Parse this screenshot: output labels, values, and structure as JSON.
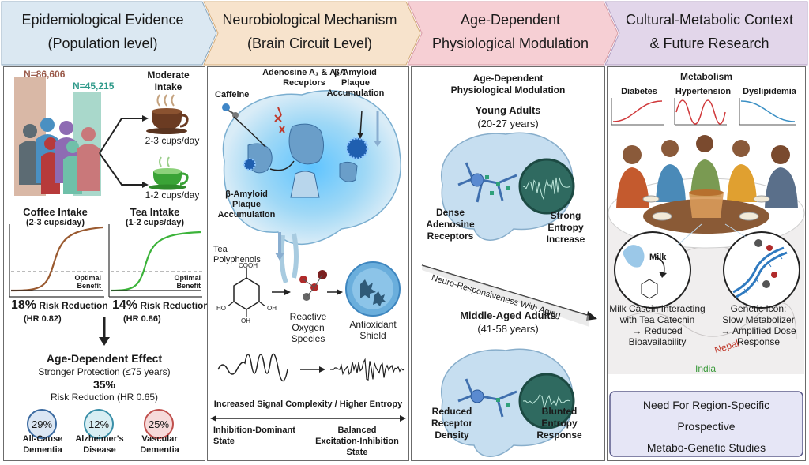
{
  "headers": [
    {
      "line1": "Epidemiological Evidence",
      "line2": "(Population level)",
      "color": "#dbe8f2"
    },
    {
      "line1": "Neurobiological Mechanism",
      "line2": "(Brain Circuit Level)",
      "color": "#f7e3cc"
    },
    {
      "line1": "Age-Dependent",
      "line2": "Physiological Modulation",
      "color": "#f6cfd4"
    },
    {
      "line1": "Cultural-Metabolic Context",
      "line2": "& Future Research",
      "color": "#e2d6ea"
    }
  ],
  "epi": {
    "n1": "N=86,606",
    "n2": "N=45,215",
    "moderate_intake": [
      "Moderate",
      "Intake"
    ],
    "coffee_cups": "2-3 cups/day",
    "tea_cups": "1-2 cups/day",
    "coffee_title": "Coffee Intake",
    "coffee_sub": "(2-3 cups/day)",
    "tea_title": "Tea Intake",
    "tea_sub": "(1-2 cups/day)",
    "optimal": [
      "Optimal",
      "Benefit"
    ],
    "coffee_pct": "18%",
    "coffee_rr": "Risk Reduction",
    "coffee_hr": "(HR 0.82)",
    "tea_pct": "14%",
    "tea_rr": "Risk Reduction",
    "tea_hr": "(HR 0.86)",
    "age_title": "Age-Dependent Effect",
    "age_sub": "Stronger Protection (≤75 years)",
    "age_pct": "35%",
    "age_hr": "Risk Reduction (HR 0.65)",
    "circles": [
      {
        "value": "29%",
        "label1": "All-Cause",
        "label2": "Dementia",
        "color": "#3b6aa0",
        "fill": "#dbe6f3"
      },
      {
        "value": "12%",
        "label1": "Alzheimer's",
        "label2": "Disease",
        "color": "#3a8fa8",
        "fill": "#d8eef3"
      },
      {
        "value": "25%",
        "label1": "Vascular",
        "label2": "Dementia",
        "color": "#c0504d",
        "fill": "#f6dada"
      }
    ]
  },
  "neuro": {
    "adenosine": [
      "Adenosine A₁ & A₂A",
      "Receptors"
    ],
    "caffeine": "Caffeine",
    "amyloid_top": [
      "β-Amyloid",
      "Plaque",
      "Accumulation"
    ],
    "amyloid_left": [
      "β-Amyloid",
      "Plaque",
      "Accumulation"
    ],
    "tea_poly": [
      "Tea",
      "Polyphenols"
    ],
    "cooh": "COOH",
    "oh_labels": [
      "HO",
      "OH",
      "OH"
    ],
    "ros": [
      "Reactive",
      "Oxygen",
      "Species"
    ],
    "antioxidant": [
      "Antioxidant",
      "Shield"
    ],
    "signal_label": "Increased Signal Complexity / Higher Entropy",
    "left_state": [
      "Inhibition-Dominant",
      "State"
    ],
    "right_state": [
      "Balanced",
      "Excitation-Inhibition",
      "State"
    ]
  },
  "age": {
    "title": [
      "Age-Dependent",
      "Physiological Modulation"
    ],
    "young_title": "Young Adults",
    "young_range": "(20-27 years)",
    "young_left": [
      "Dense",
      "Adenosine",
      "Receptors"
    ],
    "young_right": [
      "Strong",
      "Entropy",
      "Increase"
    ],
    "arrow_label": "Neuro-Responsiveness With Aging",
    "mid_title": "Middle-Aged Adults",
    "mid_range": "(41-58 years)",
    "mid_left": [
      "Reduced",
      "Receptor",
      "Density"
    ],
    "mid_right": [
      "Blunted",
      "Entropy",
      "Response"
    ]
  },
  "culture": {
    "metabolism": "Metabolism",
    "conditions": [
      "Diabetes",
      "Hypertension",
      "Dyslipidemia"
    ],
    "milk": "Milk",
    "milk_caption": [
      "Milk Casein Interacting",
      "with Tea Catechin",
      "→ Reduced",
      "Bioavailability"
    ],
    "genetic_caption": [
      "Genetic Icon:",
      "Slow Metabolizer",
      "→ Amplified Dose",
      "Response"
    ],
    "nepal": "Nepal",
    "india": "India",
    "future": [
      "Need For Region-Specific",
      "Prospective",
      "Metabo-Genetic Studies"
    ]
  }
}
